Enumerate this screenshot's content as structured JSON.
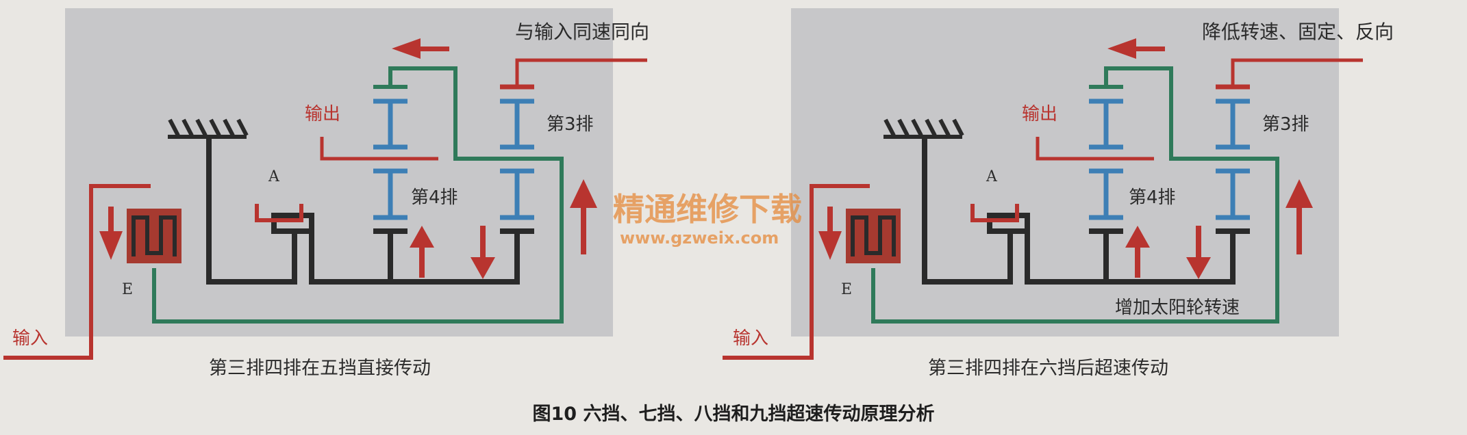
{
  "colors": {
    "panel": "#c7c7c9",
    "background": "#e9e7e3",
    "carrier_black": "#2a2a2a",
    "ring_green": "#2f7a5a",
    "input_red": "#b8342f",
    "gear_blue": "#3d7fb5",
    "brake_red": "#a63a30",
    "watermark": "#e58a3c"
  },
  "left_diagram": {
    "title": "与输入同速同向",
    "output_label": "输出",
    "row3_label": "第3排",
    "row4_label": "第4排",
    "node_a": "A",
    "node_e": "E",
    "input_label": "输入",
    "caption": "第三排四排在五挡直接传动"
  },
  "right_diagram": {
    "title": "降低转速、固定、反向",
    "output_label": "输出",
    "row3_label": "第3排",
    "row4_label": "第4排",
    "node_a": "A",
    "node_e": "E",
    "input_label": "输入",
    "note": "增加太阳轮转速",
    "caption": "第三排四排在六挡后超速传动"
  },
  "watermark": {
    "line1": "精通维修下载",
    "line2": "www.gzweix.com"
  },
  "figure_caption": "图10 六挡、七挡、八挡和九挡超速传动原理分析"
}
